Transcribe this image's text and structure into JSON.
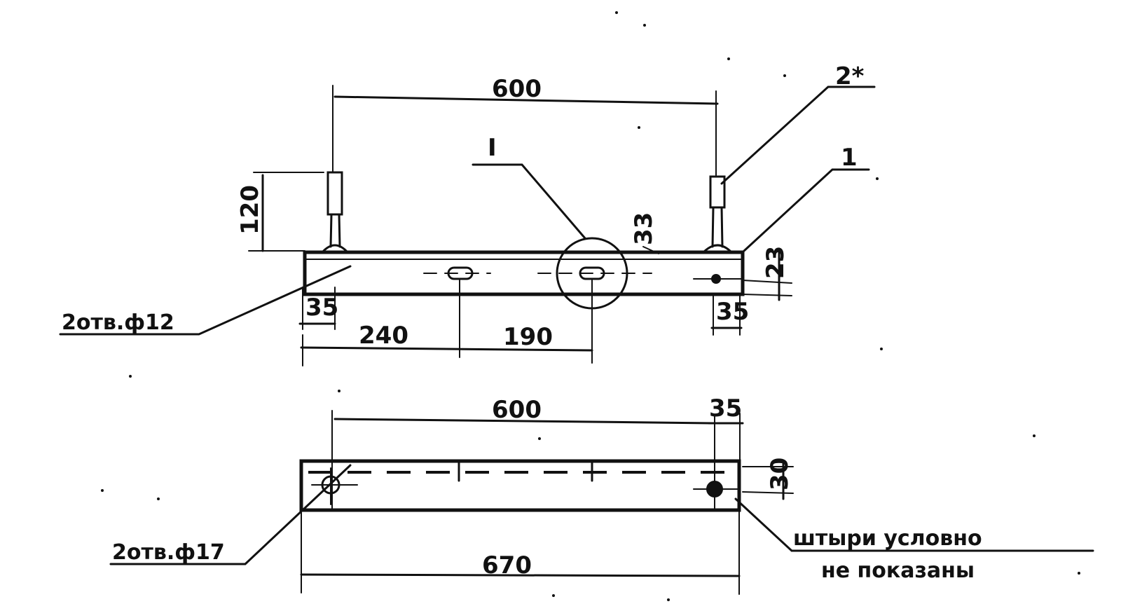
{
  "top_view": {
    "dim_overall": "600",
    "dim_height": "120",
    "dim_left_edge": "35",
    "dim_right_edge": "35",
    "dim_240": "240",
    "dim_190": "190",
    "dim_33": "33",
    "dim_23": "23",
    "callout_detail": "I",
    "callout_pos2": "2*",
    "callout_pos1": "1",
    "holes_note": "2отв.ф12"
  },
  "bottom_view": {
    "dim_overall": "600",
    "dim_edge": "35",
    "dim_30": "30",
    "dim_total": "670",
    "holes_note": "2отв.ф17",
    "pins_note_line1": "штыри условно",
    "pins_note_line2": "не показаны"
  }
}
